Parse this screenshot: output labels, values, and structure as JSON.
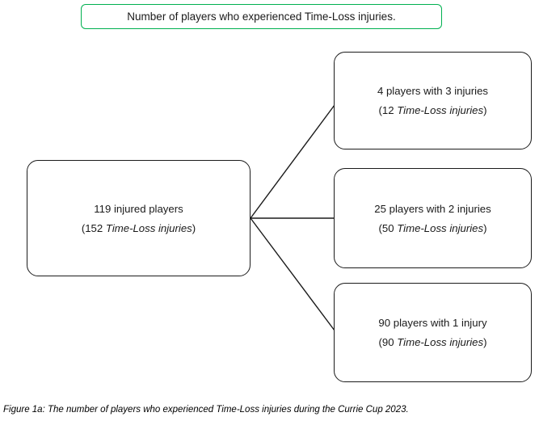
{
  "title": {
    "text": "Number of players who experienced Time-Loss injuries."
  },
  "root_box": {
    "line1": "119 injured players",
    "line2": {
      "open": "(152 ",
      "italic": "Time-Loss injuries",
      "close": ")"
    }
  },
  "branch_boxes": [
    {
      "line1": "4 players with 3 injuries",
      "line2": {
        "open": "(12 ",
        "italic": "Time-Loss injuries",
        "close": ")"
      }
    },
    {
      "line1": "25 players with 2 injuries",
      "line2": {
        "open": "(50 ",
        "italic": "Time-Loss injuries",
        "close": ")"
      }
    },
    {
      "line1": "90 players with 1 injury",
      "line2": {
        "open": "(90 ",
        "italic": "Time-Loss injuries",
        "close": ")"
      }
    }
  ],
  "caption": "Figure 1a: The number of players who experienced Time-Loss injuries during the Currie Cup 2023.",
  "colors": {
    "accent_green": "#00B050",
    "box_border": "#1b1b1b",
    "text": "#1a1a1a",
    "connector": "#1b1b1b"
  }
}
